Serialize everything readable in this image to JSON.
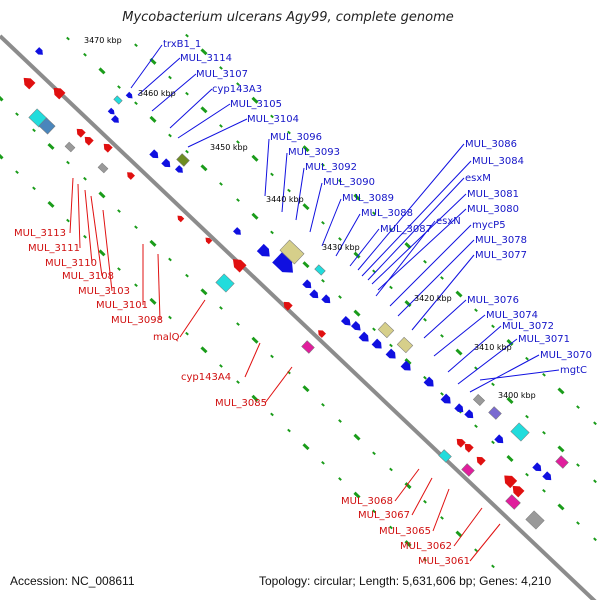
{
  "title": "Mycobacterium ulcerans Agy99, complete genome",
  "footer": {
    "accession": "Accession: NC_008611",
    "topology": "Topology: circular; Length: 5,631,606 bp; Genes: 4,210"
  },
  "ruler": [
    "3470 kbp",
    "3460 kbp",
    "3450 kbp",
    "3440 kbp",
    "3430 kbp",
    "3420 kbp",
    "3410 kbp",
    "3400 kbp"
  ],
  "labels_blue": [
    "trxB1_1",
    "MUL_3114",
    "MUL_3107",
    "cyp143A3",
    "MUL_3105",
    "MUL_3104",
    "MUL_3096",
    "MUL_3093",
    "MUL_3092",
    "MUL_3090",
    "MUL_3089",
    "MUL_3088",
    "MUL_3087",
    "MUL_3086",
    "MUL_3084",
    "esxM",
    "esxN",
    "MUL_3081",
    "MUL_3080",
    "mycP5",
    "MUL_3078",
    "MUL_3077",
    "MUL_3076",
    "MUL_3074",
    "MUL_3072",
    "MUL_3071",
    "MUL_3070",
    "mgtC"
  ],
  "labels_red": [
    "MUL_3113",
    "MUL_3111",
    "MUL_3110",
    "MUL_3108",
    "MUL_3103",
    "MUL_3101",
    "MUL_3098",
    "malQ",
    "cyp143A4",
    "MUL_3085",
    "MUL_3068",
    "MUL_3067",
    "MUL_3065",
    "MUL_3062",
    "MUL_3061"
  ],
  "colors": {
    "forward": "#1010e0",
    "reverse": "#e01010",
    "backbone": "#8c8c8c",
    "tick": "#1a9c1a",
    "cyan": "#22dcdc",
    "khaki": "#d6cf8a",
    "magenta": "#e01e9c",
    "olive": "#6e8c22",
    "purple": "#7a6ad0",
    "gray": "#9a9a9a",
    "steel": "#4a86bc"
  }
}
